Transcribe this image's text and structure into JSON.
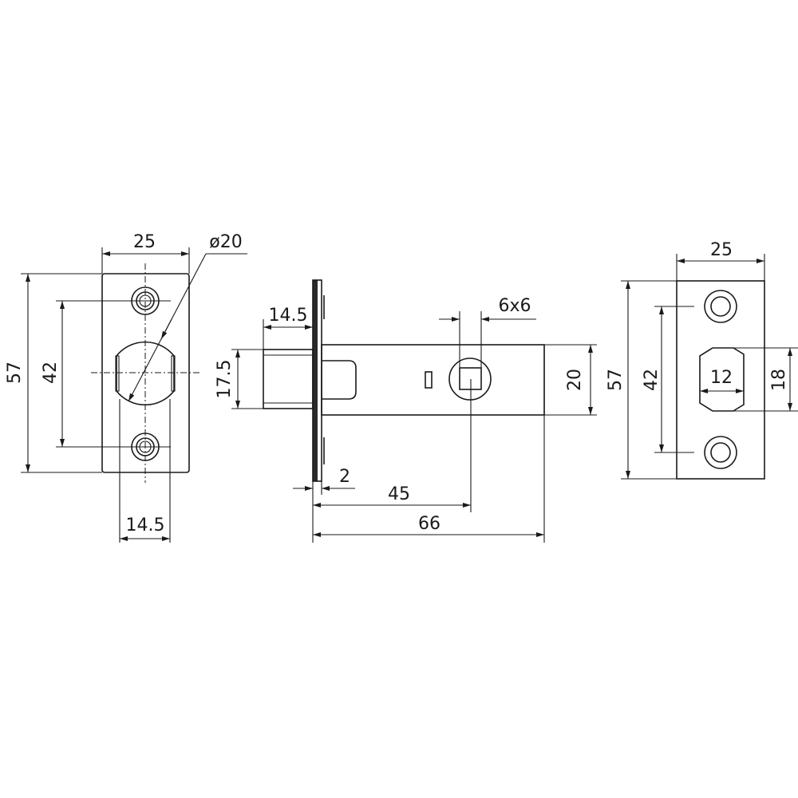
{
  "strike_plate": {
    "width": "25",
    "height": "57",
    "hole_spacing": "42",
    "ball_diameter": "ø20",
    "opening_width": "14.5"
  },
  "latch_side": {
    "bolt_projection": "14.5",
    "bolt_height": "17.5",
    "spindle": "6x6",
    "body_height": "20",
    "faceplate_thickness": "2",
    "backset": "45",
    "body_length": "66"
  },
  "face_plate": {
    "width": "25",
    "height": "57",
    "hole_spacing": "42",
    "slot_width": "12",
    "slot_height": "18"
  }
}
